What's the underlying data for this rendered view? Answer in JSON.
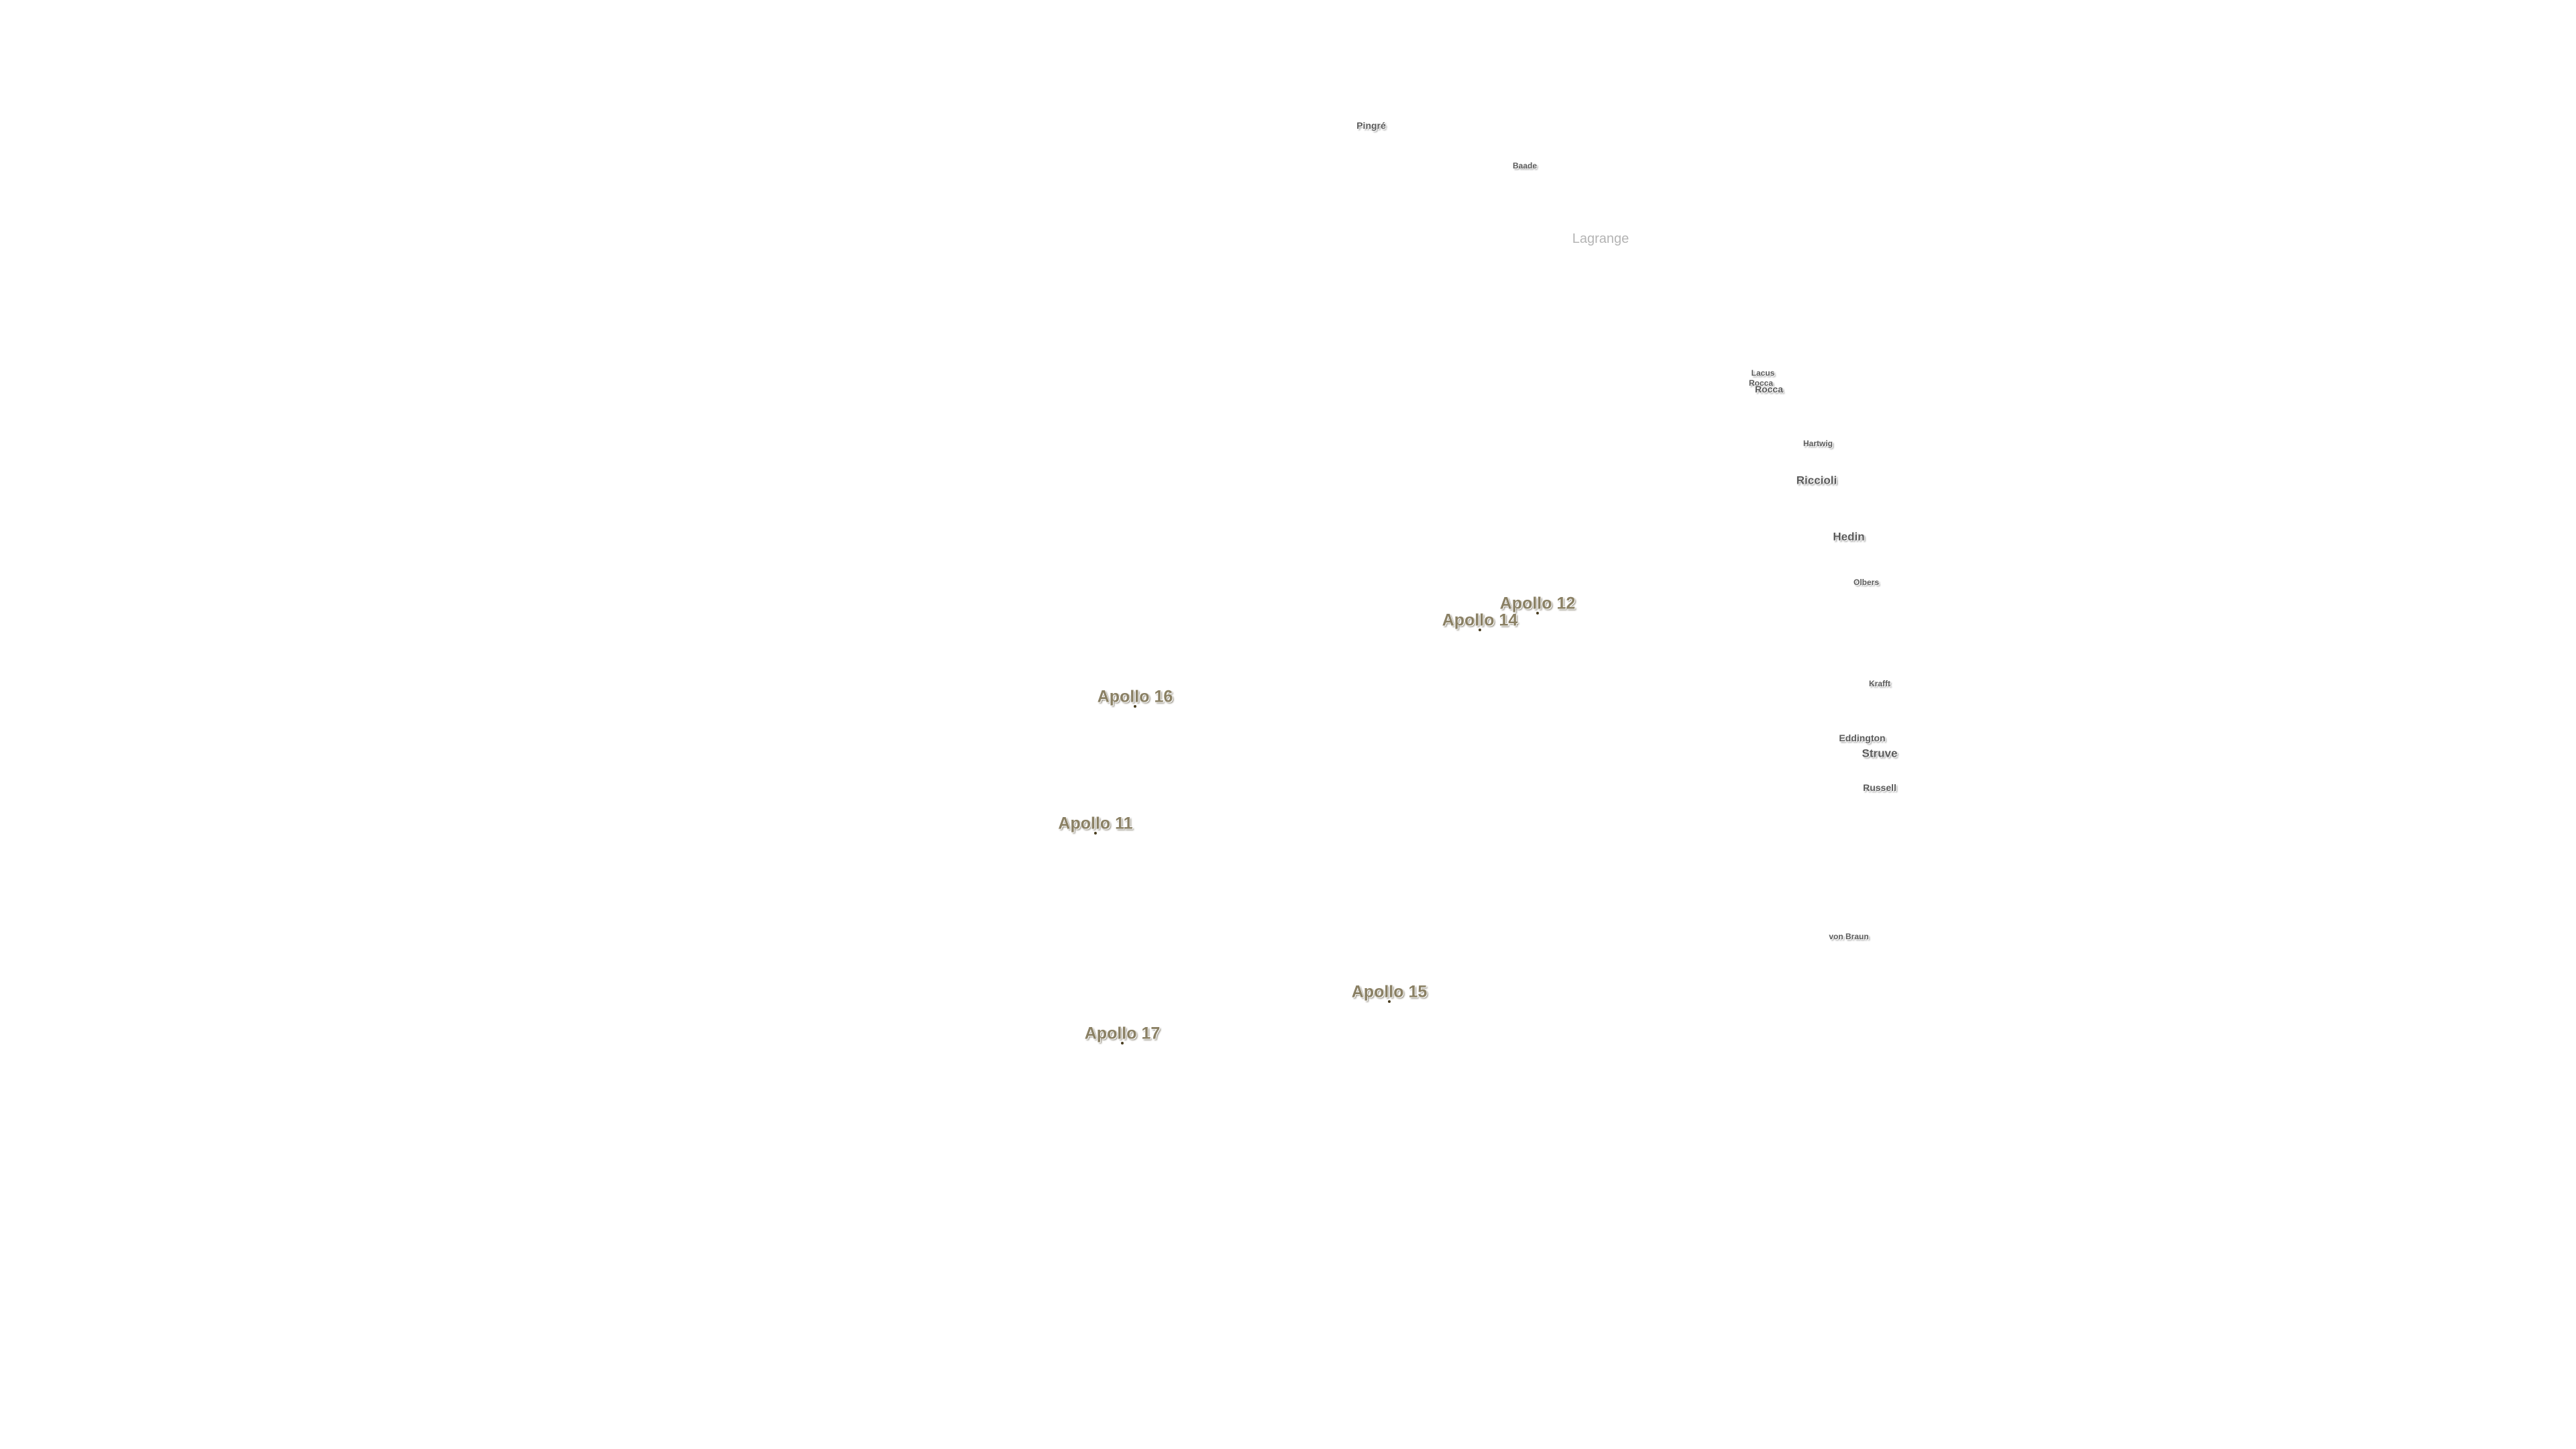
{
  "craters": {
    "pingre": "Pingré",
    "bouvard_baade": "Baade",
    "lagrange": "Lagrange",
    "lacus": "Lacus",
    "rocca_a": "Rocca",
    "rocca": "Rocca",
    "hartwig": "Hartwig",
    "riccioli": "Riccioli",
    "hedin": "Hedin",
    "olbers": "Olbers",
    "krafft": "Krafft",
    "eddington": "Eddington",
    "struve": "Struve",
    "russell": "Russell",
    "von_braun": "von Braun"
  },
  "apollo_sites": {
    "a12": "Apollo 12",
    "a14": "Apollo 14",
    "a16": "Apollo 16",
    "a11": "Apollo 11",
    "a15": "Apollo 15",
    "a17": "Apollo 17"
  },
  "colors": {
    "background": "#ffffff",
    "crater_label": "#5a5a5a",
    "faint_label": "#b4b4b4",
    "apollo_label": "#8a8064"
  }
}
